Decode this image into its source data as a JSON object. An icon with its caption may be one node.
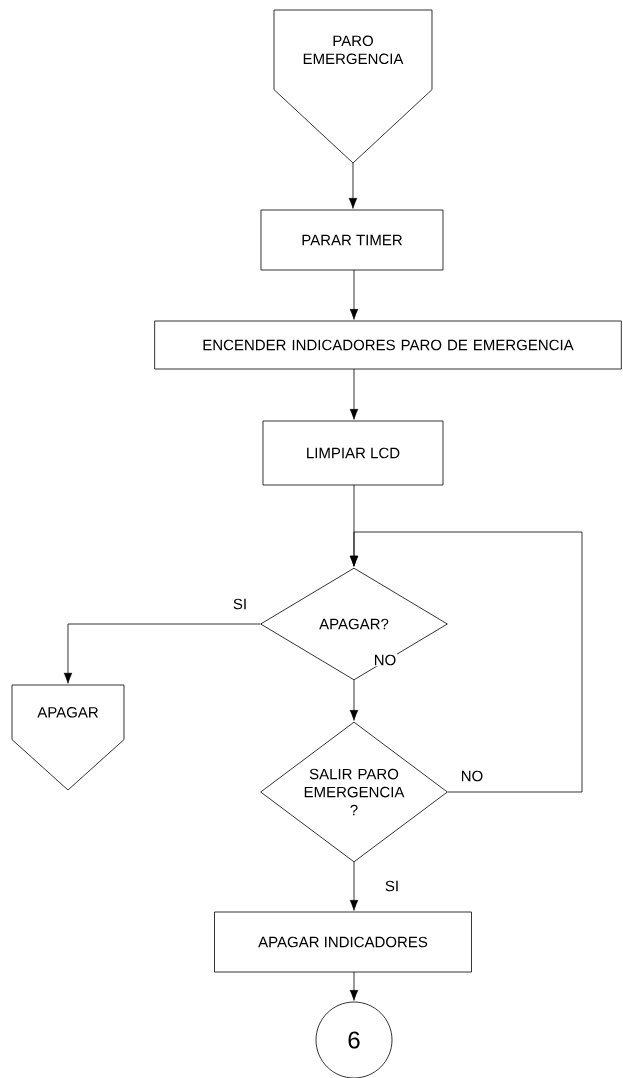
{
  "diagram": {
    "nodes": [
      {
        "text": [
          "PARO EMERGENCIA"
        ]
      },
      {
        "text": [
          "PARAR TIMER"
        ]
      },
      {
        "text": [
          "ENCENDER INDICADORES PARO DE EMERGENCIA"
        ]
      },
      {
        "text": [
          "LIMPIAR LCD"
        ]
      },
      {
        "text": [
          "APAGAR?"
        ]
      },
      {
        "text": [
          "APAGAR"
        ]
      },
      {
        "text": [
          "SALIR PARO EMERGENCIA ?"
        ]
      },
      {
        "text": [
          "APAGAR INDICADORES"
        ]
      },
      {
        "text": [
          "6"
        ]
      }
    ],
    "edges": [
      {
        "from": 0,
        "to": 1,
        "arrow": "to"
      },
      {
        "from": 1,
        "to": 2,
        "arrow": "to"
      },
      {
        "from": 2,
        "to": 3,
        "arrow": "to"
      },
      {
        "from": 3,
        "to": 4,
        "arrow": "to"
      },
      {
        "from": 4,
        "to": 5,
        "arrow": "to",
        "label": "SI"
      },
      {
        "from": 4,
        "to": 6,
        "arrow": "to",
        "label": "NO"
      },
      {
        "from": 6,
        "to": 4,
        "arrow": "to",
        "label": "NO"
      },
      {
        "from": 6,
        "to": 7,
        "arrow": "to",
        "label": "SI"
      },
      {
        "from": 7,
        "to": 8,
        "arrow": "to"
      }
    ]
  }
}
